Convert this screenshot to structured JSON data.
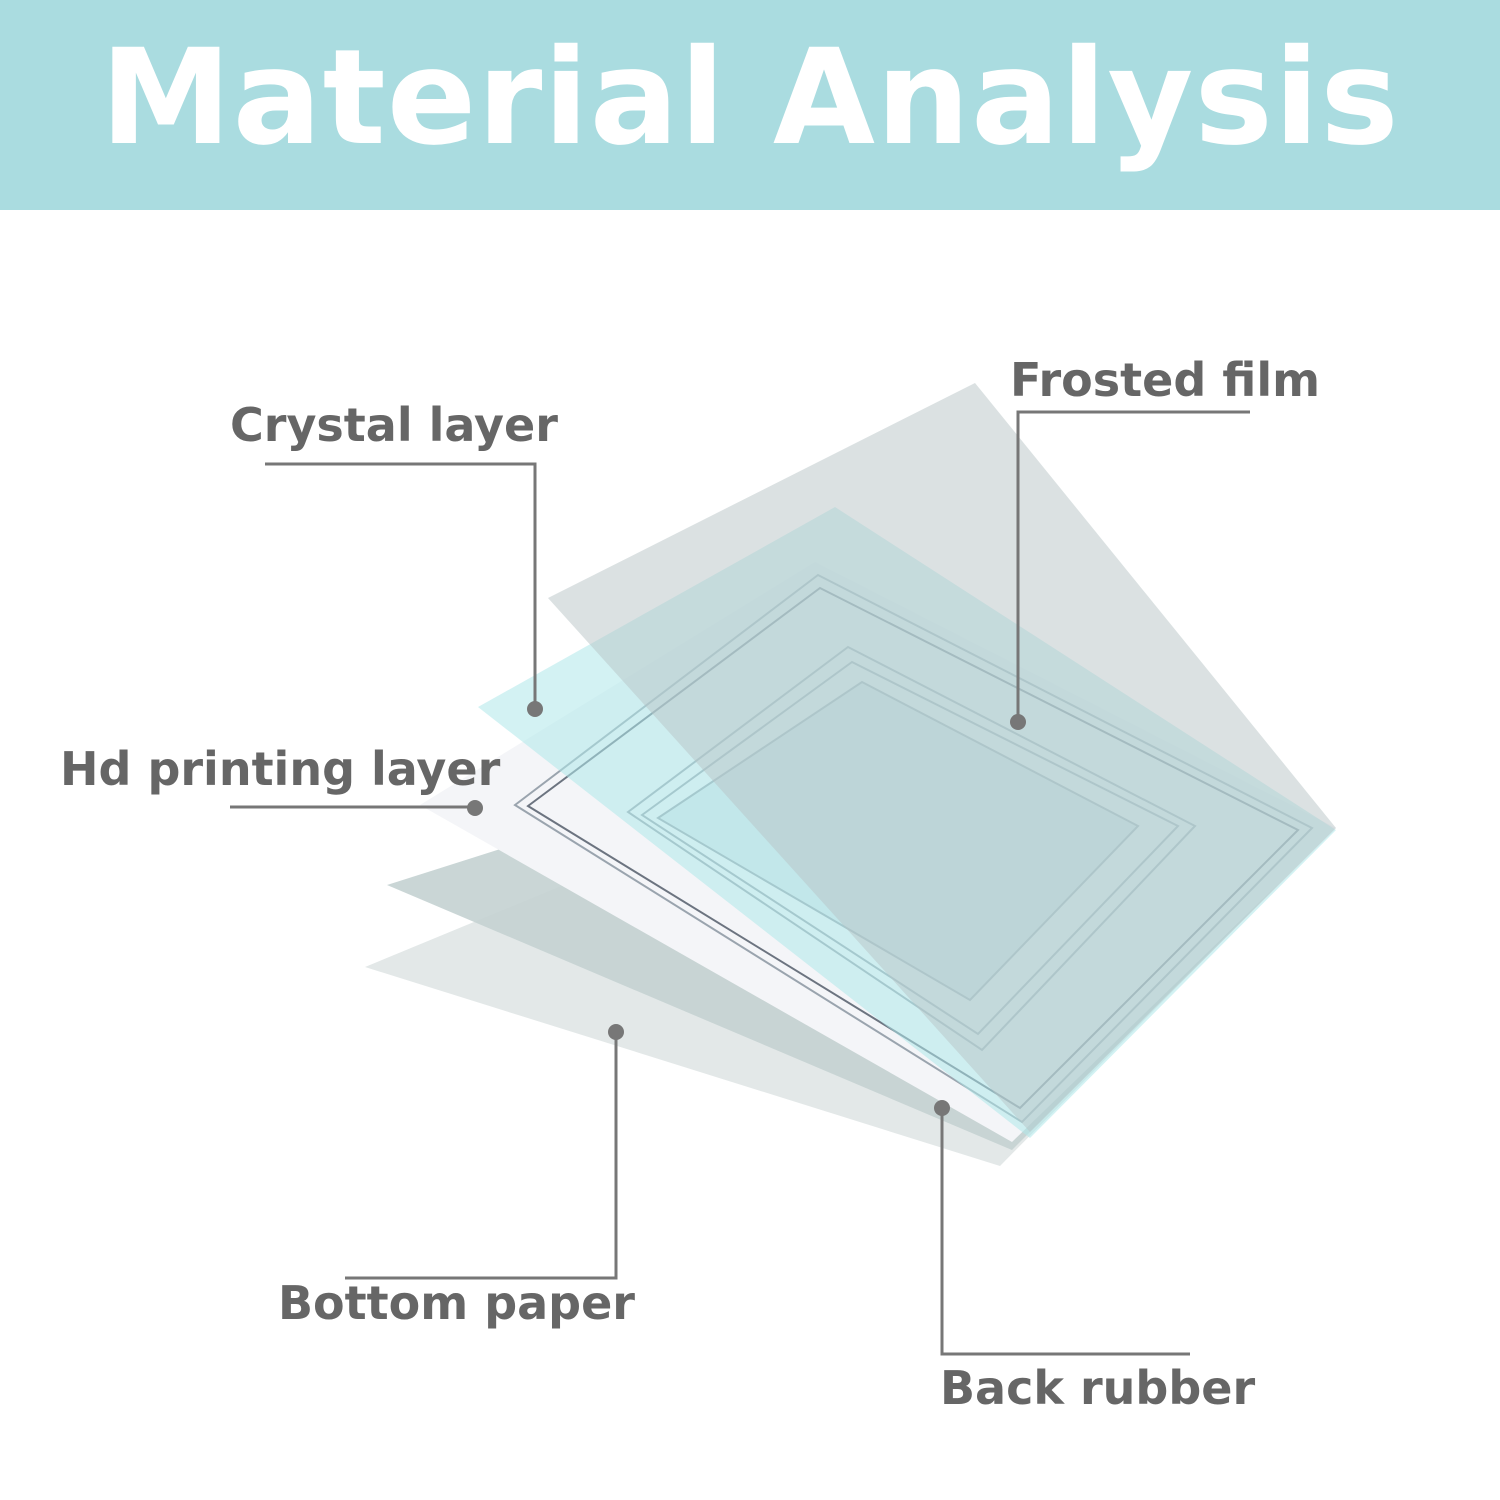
{
  "title": "Material Analysis",
  "colors": {
    "banner": "#aadce0",
    "label": "#666666",
    "leader": "#777777",
    "crystal": "#bfeef0",
    "frosted": "#c9d2d4"
  },
  "layers": [
    {
      "label": "Frosted film"
    },
    {
      "label": "Crystal layer"
    },
    {
      "label": "Hd printing layer"
    },
    {
      "label": "Bottom paper"
    },
    {
      "label": "Back rubber"
    }
  ]
}
